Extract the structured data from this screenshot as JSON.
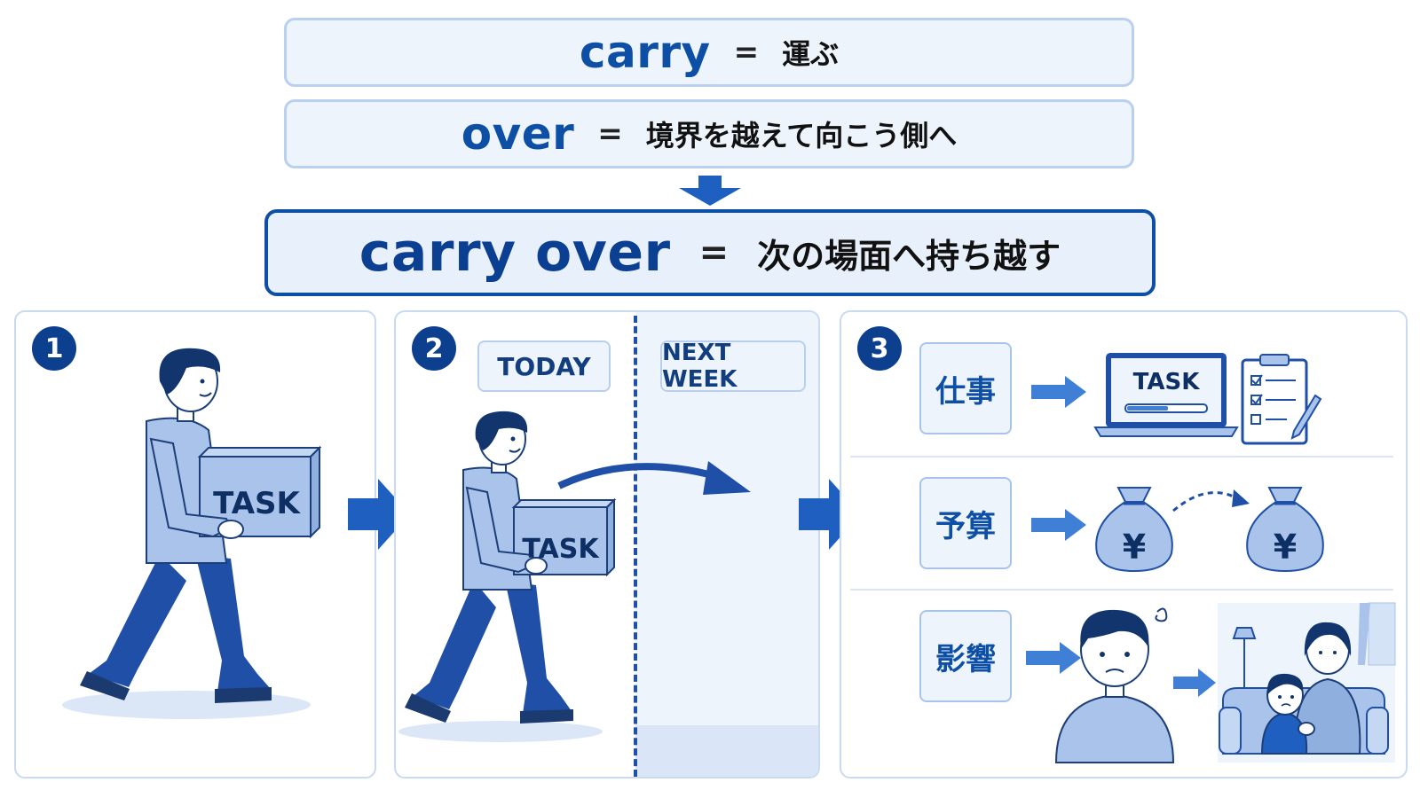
{
  "definitions": [
    {
      "term": "carry",
      "equals": "=",
      "meaning": "運ぶ"
    },
    {
      "term": "over",
      "equals": "=",
      "meaning": "境界を越えて向こう側へ"
    }
  ],
  "main": {
    "term": "carry over",
    "equals": "=",
    "meaning": "次の場面へ持ち越す"
  },
  "steps": {
    "one": "1",
    "two": "2",
    "three": "3"
  },
  "panel1": {
    "box_label": "TASK"
  },
  "panel2": {
    "today": "TODAY",
    "next_week": "NEXT WEEK",
    "box_label": "TASK"
  },
  "panel3": {
    "categories": [
      "仕事",
      "予算",
      "影響"
    ],
    "laptop_label": "TASK",
    "currency": "¥"
  },
  "colors": {
    "navy": "#0b3a86",
    "blue": "#1f5fbf",
    "light": "#eef4fc",
    "border": "#b9d0ef"
  }
}
